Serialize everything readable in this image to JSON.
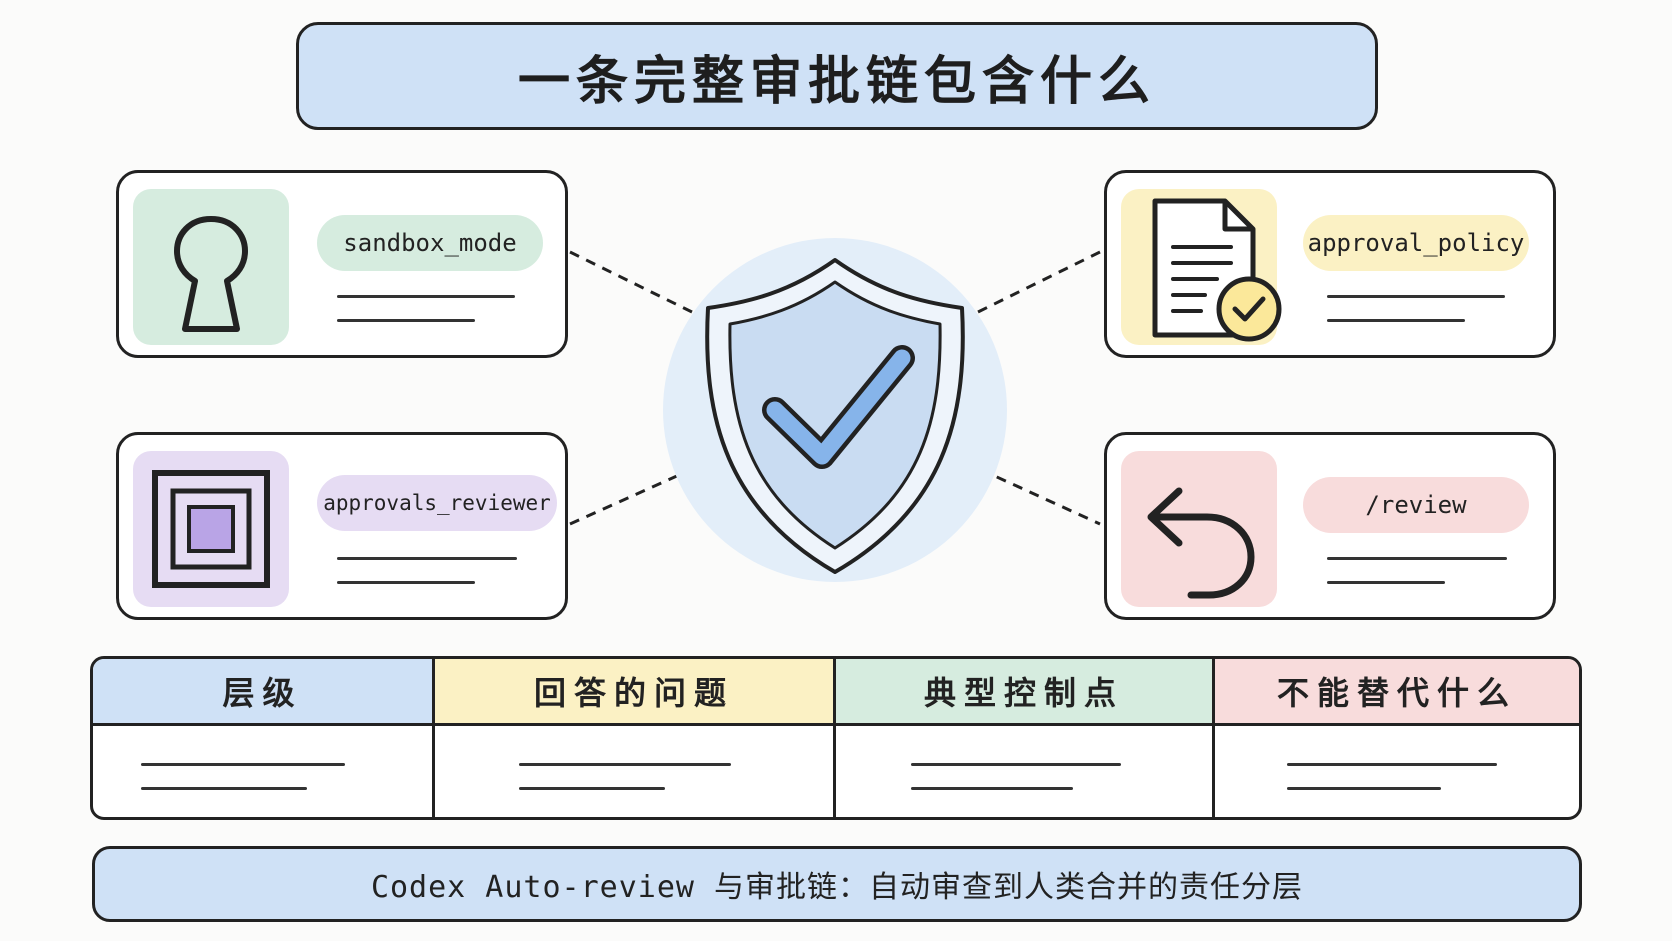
{
  "title": "一条完整审批链包含什么",
  "cards": [
    {
      "label": "sandbox_mode",
      "icon": "keyhole-icon",
      "color": "#d6ecdf"
    },
    {
      "label": "approval_policy",
      "icon": "document-check-icon",
      "color": "#fbf1c4"
    },
    {
      "label": "approvals_reviewer",
      "icon": "nested-square-icon",
      "color": "#e6dcf3"
    },
    {
      "label": "/review",
      "icon": "undo-arrow-icon",
      "color": "#f8dcdc"
    }
  ],
  "center_icon": "shield-check-icon",
  "table": {
    "headers": [
      {
        "label": "层级",
        "color": "#cfe1f6"
      },
      {
        "label": "回答的问题",
        "color": "#fbf1c4"
      },
      {
        "label": "典型控制点",
        "color": "#d6ecdf"
      },
      {
        "label": "不能替代什么",
        "color": "#f8dcdc"
      }
    ]
  },
  "footer": "Codex Auto-review 与审批链：自动审查到人类合并的责任分层"
}
